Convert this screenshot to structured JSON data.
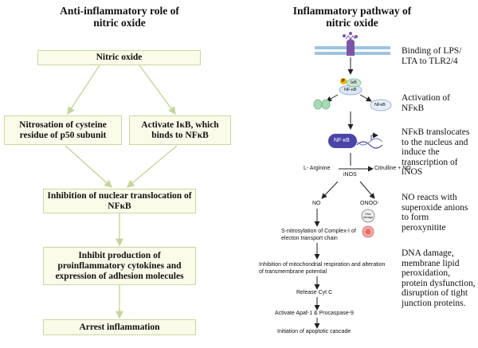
{
  "left": {
    "title": "Anti-inflammatory role of nitric oxide",
    "boxes": {
      "nitric_oxide": "Nitric oxide",
      "nitrosation": "Nitrosation of cysteine residue of p50 subunit",
      "activate_ikb": "Activate IκB, which binds to NFκB",
      "inhibition_translocation": "Inhibition of nuclear translocation of NFκB",
      "inhibit_production": "Inhibit production of proinflammatory cytokines and expression of adhesion molecules",
      "arrest": "Arrest inflammation"
    }
  },
  "right": {
    "title": "Inflammatory pathway of nitric oxide",
    "descriptions": {
      "binding": "Binding of LPS/ LTA to TLR2/4",
      "activation": "Activation of NFκB",
      "translocates": "NFκB translocates to the nucleus and induce the transcription of iNOS",
      "no_reacts": "NO reacts with superoxide anions to form peroxynitite",
      "dna_damage": "DNA damage, membrane lipid peroxidation, protein dysfunction, disruption of tight junction proteins."
    },
    "pathway": {
      "ikb": "IκB",
      "nfkb_small": "NF-κB",
      "nfkb_right": "NFκB",
      "nfkb_nucleus": "NF-κB",
      "p": "P",
      "l_arginine": "L- Arginine",
      "citrulline": "Citrulline + NO",
      "inos": "iNOS",
      "no": "NO",
      "onoo": "ONOO-",
      "dna_damage_small": "DNA damage",
      "s_nitrosylation": "S-nitrosylation of Complex-I of electon transport chain",
      "inhibition_mito": "Inhibition of mitochondrial respiration and alteration of transmembrane potential",
      "release_cytc": "Release Cyt C",
      "activate_apaf": "Activate Apaf-1 & Procaspase-9",
      "initiation": "Initiation of apoptotic cascade"
    }
  },
  "colors": {
    "box_fill": "#fbfbe9",
    "box_border": "#c9d7a1",
    "arrow_left": "#c6d59a",
    "nfkb_purple": "#4b45a8",
    "ikb_green": "#6bb58a",
    "p_orange": "#f0b400",
    "membrane_blue": "#9ec4de",
    "receptor_purple": "#7b56a8"
  }
}
